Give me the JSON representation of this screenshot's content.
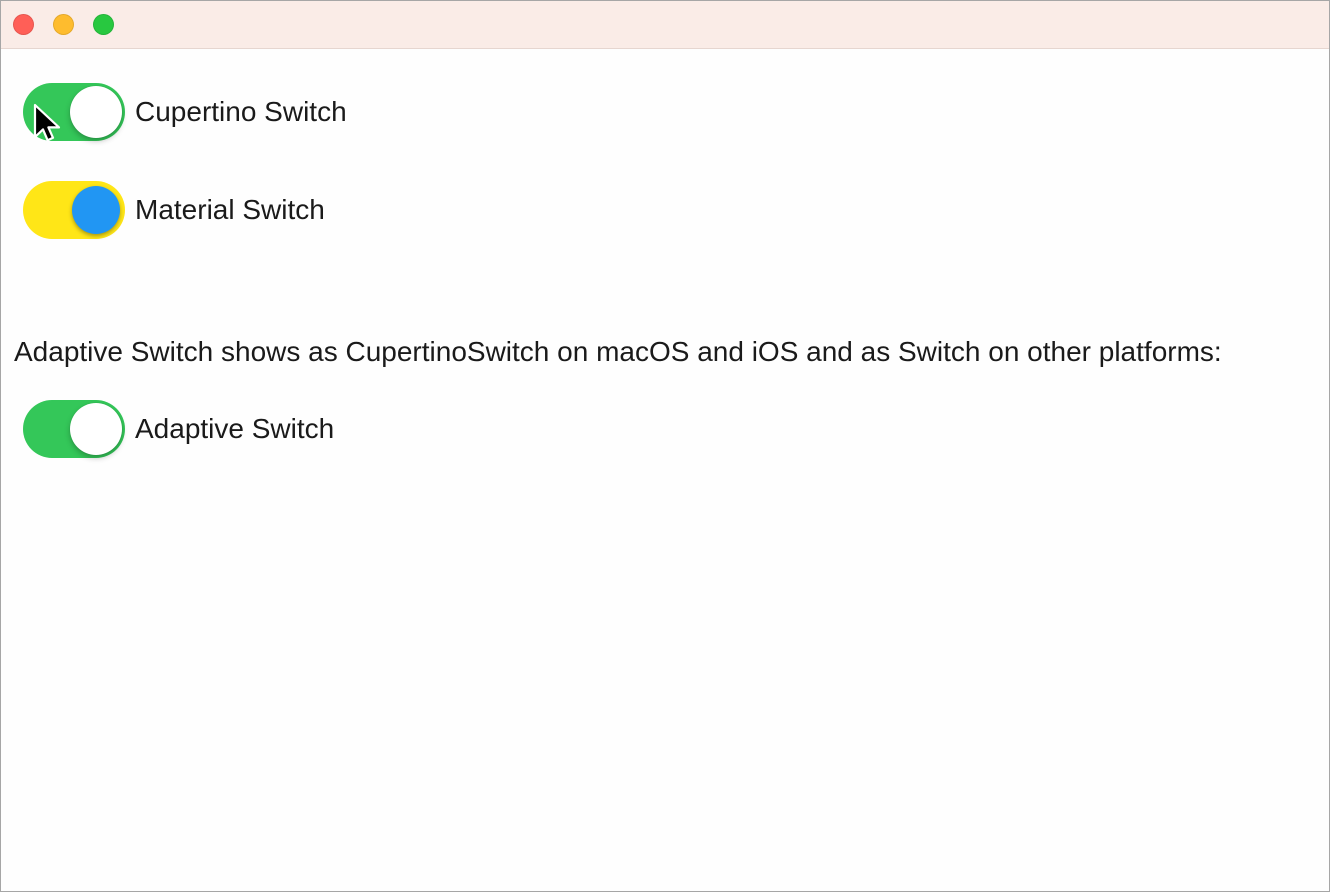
{
  "titlebar": {
    "buttons": [
      {
        "name": "close",
        "color": "#ff5f57"
      },
      {
        "name": "minimize",
        "color": "#febc2e"
      },
      {
        "name": "zoom",
        "color": "#28c840"
      }
    ],
    "background": "#faece7"
  },
  "switches": [
    {
      "label": "Cupertino Switch",
      "style": "cupertino",
      "state": "on",
      "track_color": "#34c759",
      "thumb_color": "#ffffff"
    },
    {
      "label": "Material Switch",
      "style": "material",
      "state": "on",
      "track_color": "#ffe617",
      "thumb_color": "#2196f3"
    },
    {
      "label": "Adaptive Switch",
      "style": "cupertino",
      "state": "on",
      "track_color": "#34c759",
      "thumb_color": "#ffffff"
    }
  ],
  "description": "Adaptive Switch shows as CupertinoSwitch on macOS and iOS and as Switch on other platforms:"
}
